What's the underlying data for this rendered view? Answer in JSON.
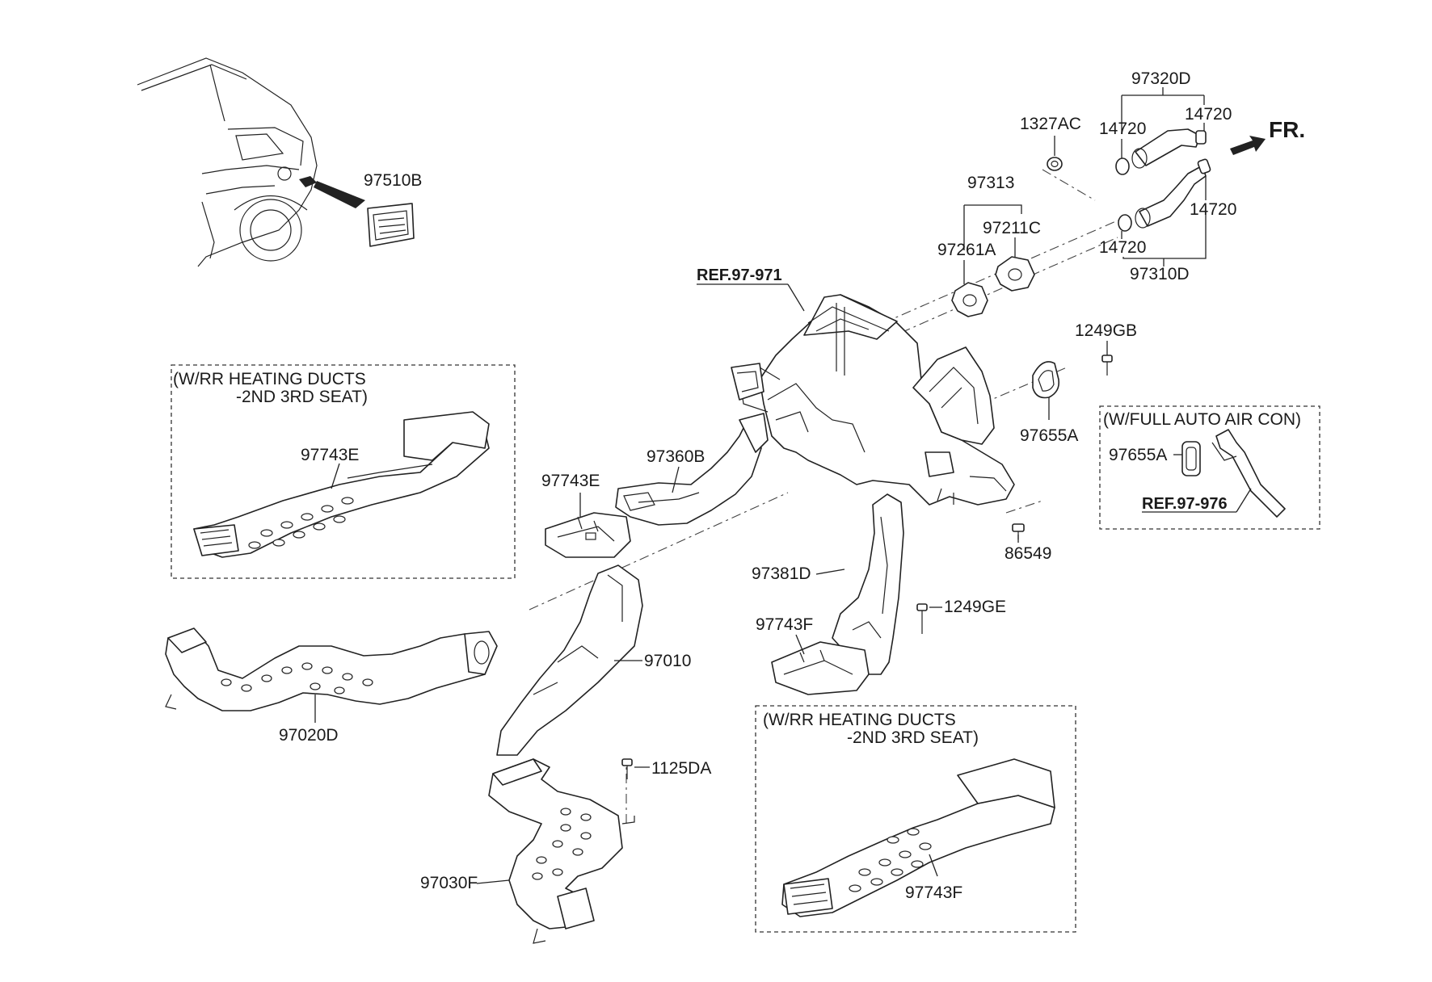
{
  "labels": {
    "p97510B": "97510B",
    "p97320D": "97320D",
    "p1327AC": "1327AC",
    "p14720_a": "14720",
    "p14720_b": "14720",
    "p14720_c": "14720",
    "p14720_d": "14720",
    "p97313": "97313",
    "p97211C": "97211C",
    "p97261A": "97261A",
    "p97310D": "97310D",
    "ref_97_971": "REF.97-971",
    "p1249GB": "1249GB",
    "p97655A": "97655A",
    "p97655A_box": "97655A",
    "ref_97_976": "REF.97-976",
    "p97743E_box": "97743E",
    "p97743E": "97743E",
    "p97360B": "97360B",
    "p86549": "86549",
    "p97381D": "97381D",
    "p1249GE": "1249GE",
    "p97743F": "97743F",
    "p97010": "97010",
    "p97020D": "97020D",
    "p1125DA": "1125DA",
    "p97030F": "97030F",
    "p97743F_box": "97743F",
    "fr": "FR."
  },
  "boxes": {
    "rr_ducts_left": {
      "line1": "(W/RR HEATING DUCTS",
      "line2": "-2ND  3RD SEAT)"
    },
    "rr_ducts_right": {
      "line1": "(W/RR HEATING DUCTS",
      "line2": "-2ND  3RD SEAT)"
    },
    "full_auto": {
      "line1": "(W/FULL AUTO AIR CON)"
    }
  }
}
